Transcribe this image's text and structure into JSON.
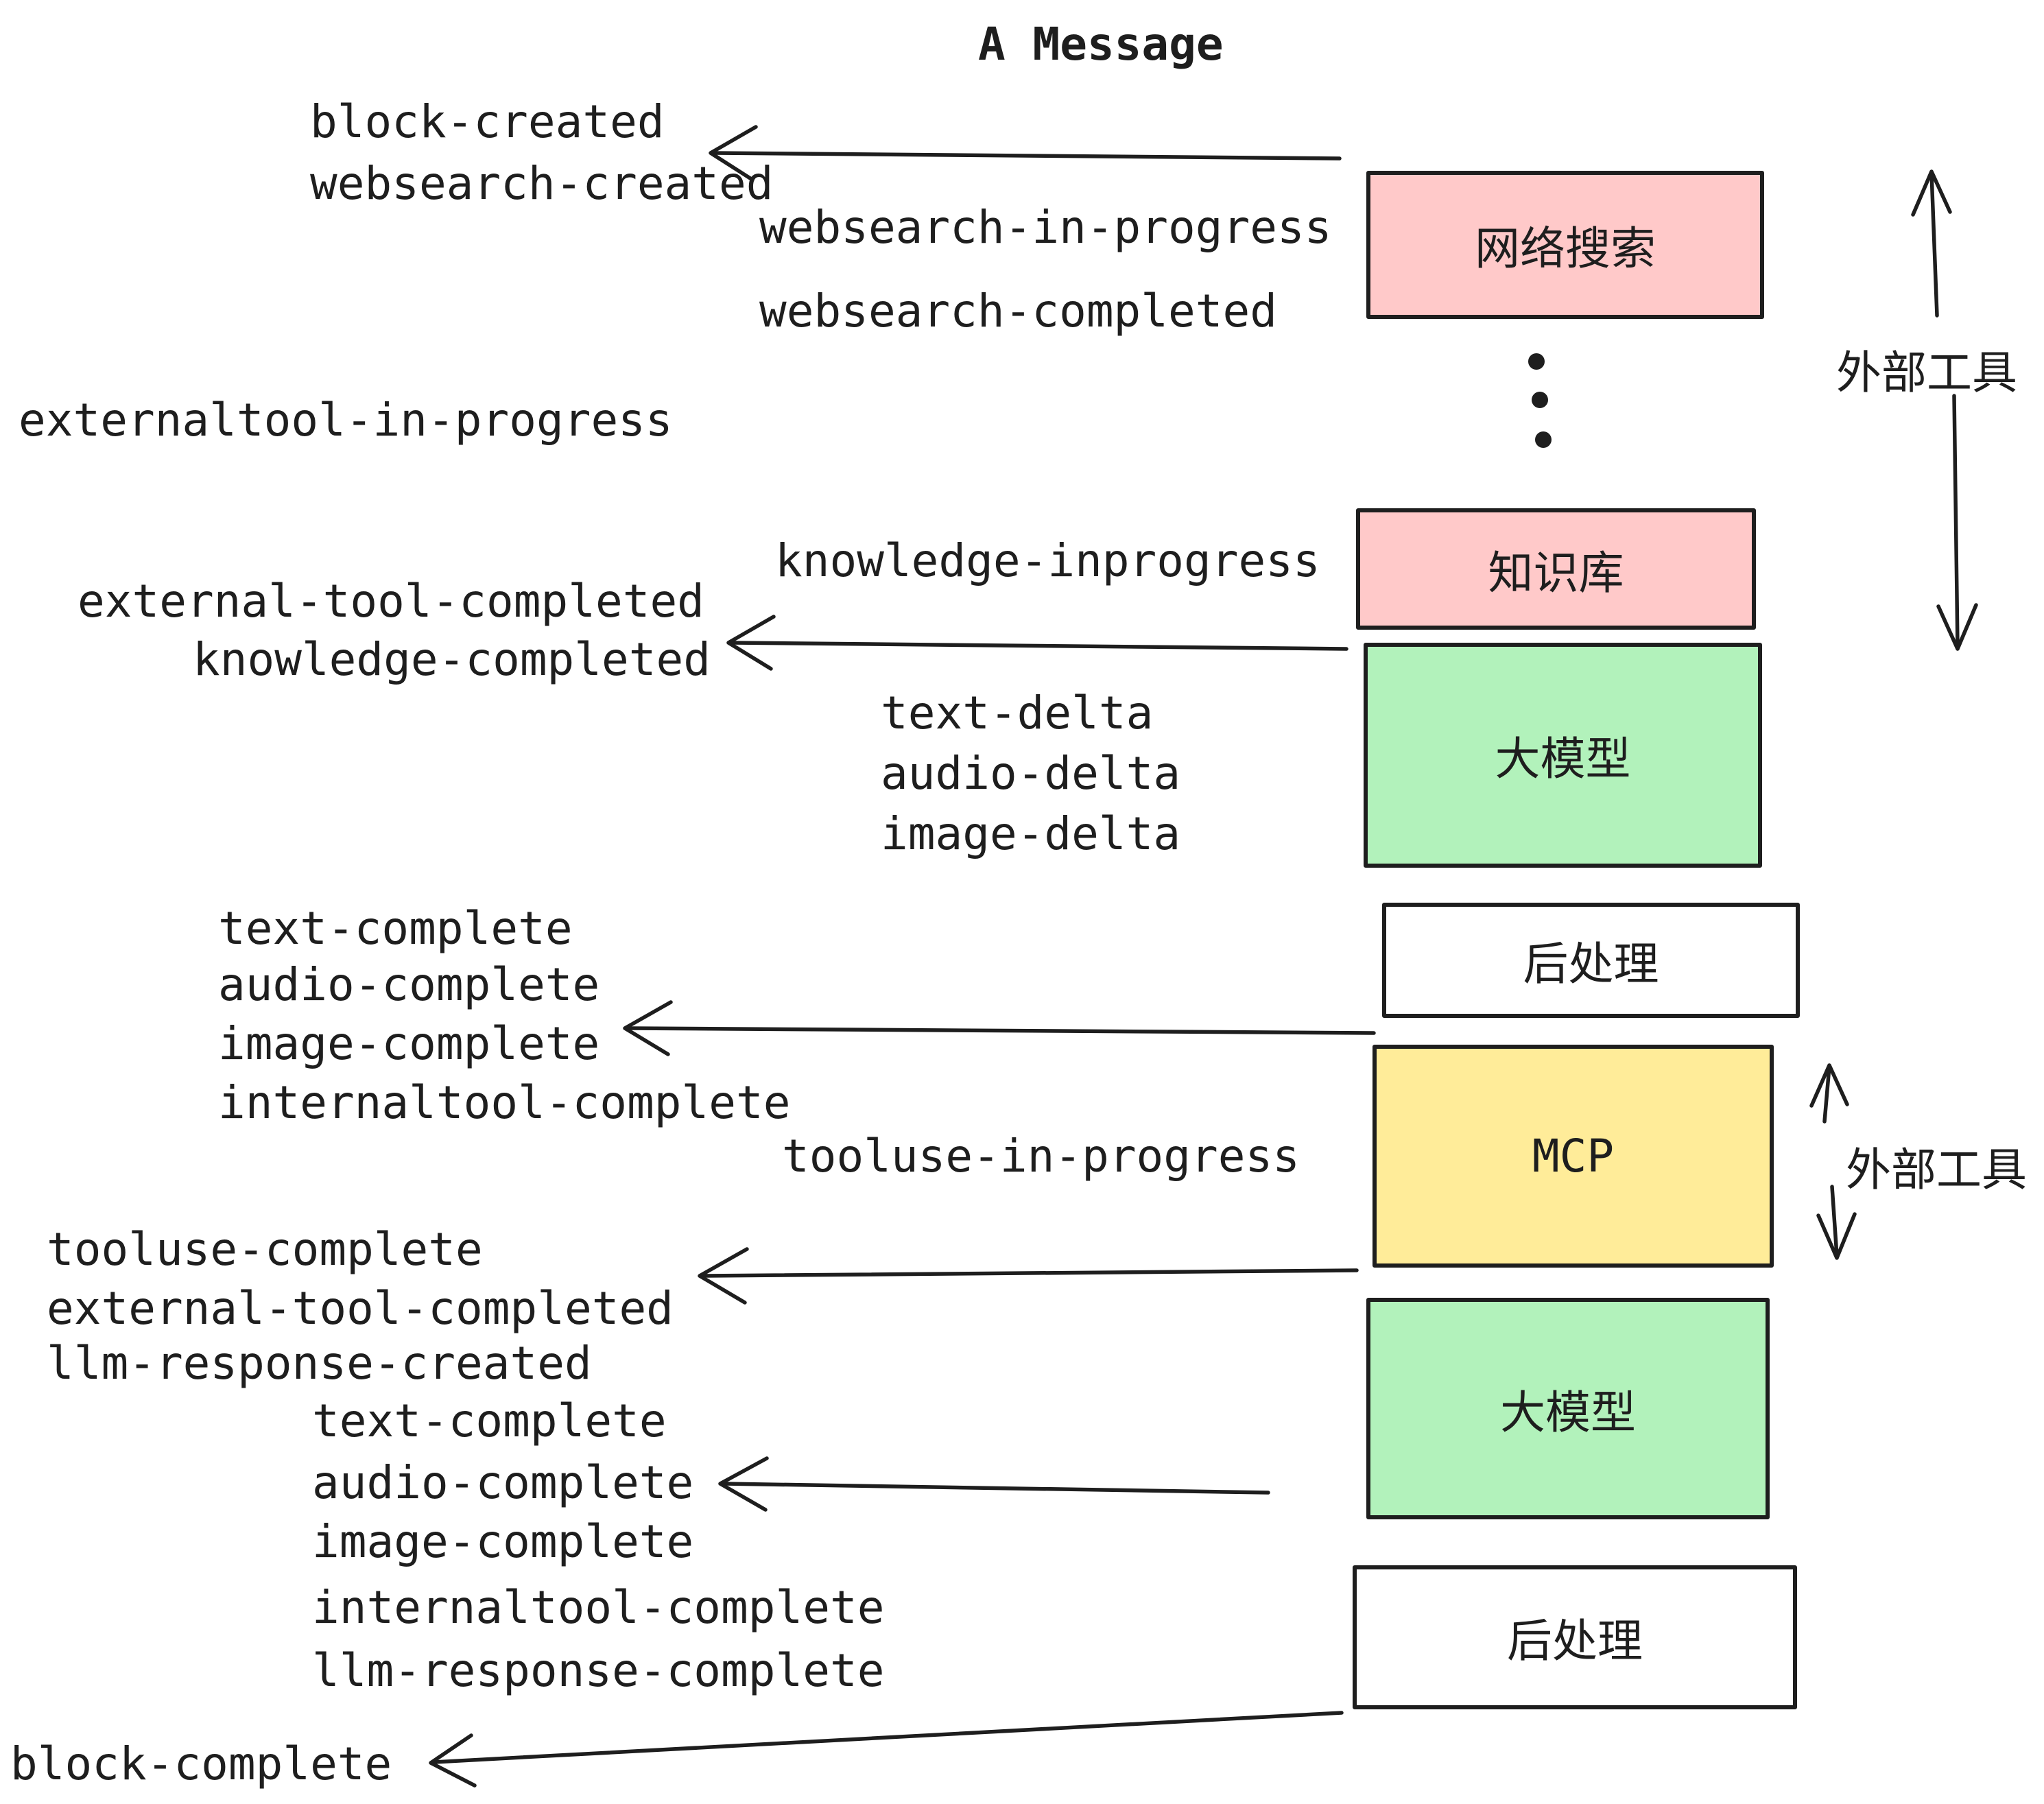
{
  "title": "A Message",
  "colors": {
    "pink": "#ffc9c9",
    "green": "#b2f2bb",
    "yellow": "#ffec99",
    "white": "#ffffff",
    "ink": "#1e1e1e"
  },
  "boxes": {
    "websearch": {
      "label": "网络搜索"
    },
    "knowledge": {
      "label": "知识库"
    },
    "llm1": {
      "label": "大模型"
    },
    "post1": {
      "label": "后处理"
    },
    "mcp": {
      "label": "MCP"
    },
    "llm2": {
      "label": "大模型"
    },
    "post2": {
      "label": "后处理"
    }
  },
  "side_labels": {
    "external_tools_top": "外部工具",
    "external_tools_bottom": "外部工具"
  },
  "events": [
    {
      "label": "block-created"
    },
    {
      "label": "websearch-created"
    },
    {
      "label": "websearch-in-progress"
    },
    {
      "label": "websearch-completed"
    },
    {
      "label": "externaltool-in-progress"
    },
    {
      "label": "knowledge-inprogress"
    },
    {
      "label": "external-tool-completed"
    },
    {
      "label": "knowledge-completed"
    },
    {
      "label": "text-delta"
    },
    {
      "label": "audio-delta"
    },
    {
      "label": "image-delta"
    },
    {
      "label": "text-complete"
    },
    {
      "label": "audio-complete"
    },
    {
      "label": "image-complete"
    },
    {
      "label": "internaltool-complete"
    },
    {
      "label": "tooluse-in-progress"
    },
    {
      "label": "tooluse-complete"
    },
    {
      "label": "external-tool-completed"
    },
    {
      "label": "llm-response-created"
    },
    {
      "label": "text-complete"
    },
    {
      "label": "audio-complete"
    },
    {
      "label": "image-complete"
    },
    {
      "label": "internaltool-complete"
    },
    {
      "label": "llm-response-complete"
    },
    {
      "label": "block-complete"
    }
  ]
}
